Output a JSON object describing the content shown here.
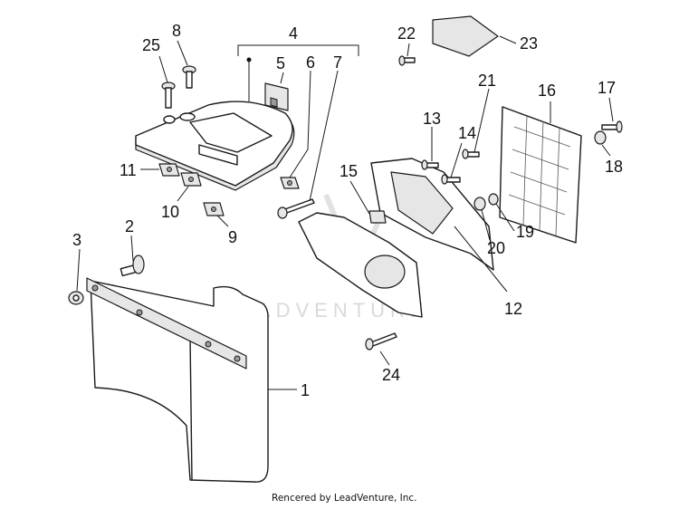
{
  "callouts": [
    {
      "id": "c1",
      "text": "1"
    },
    {
      "id": "c2",
      "text": "2"
    },
    {
      "id": "c3",
      "text": "3"
    },
    {
      "id": "c4",
      "text": "4"
    },
    {
      "id": "c5",
      "text": "5"
    },
    {
      "id": "c6",
      "text": "6"
    },
    {
      "id": "c7",
      "text": "7"
    },
    {
      "id": "c8",
      "text": "8"
    },
    {
      "id": "c9",
      "text": "9"
    },
    {
      "id": "c10",
      "text": "10"
    },
    {
      "id": "c11",
      "text": "11"
    },
    {
      "id": "c12",
      "text": "12"
    },
    {
      "id": "c13",
      "text": "13"
    },
    {
      "id": "c14",
      "text": "14"
    },
    {
      "id": "c15",
      "text": "15"
    },
    {
      "id": "c16",
      "text": "16"
    },
    {
      "id": "c17",
      "text": "17"
    },
    {
      "id": "c18",
      "text": "18"
    },
    {
      "id": "c19",
      "text": "19"
    },
    {
      "id": "c20",
      "text": "20"
    },
    {
      "id": "c21",
      "text": "21"
    },
    {
      "id": "c22",
      "text": "22"
    },
    {
      "id": "c23",
      "text": "23"
    },
    {
      "id": "c24",
      "text": "24"
    },
    {
      "id": "c25",
      "text": "25"
    }
  ],
  "watermark": "LEADVENTURE",
  "footer": "Rencered by LeadVenture, Inc."
}
